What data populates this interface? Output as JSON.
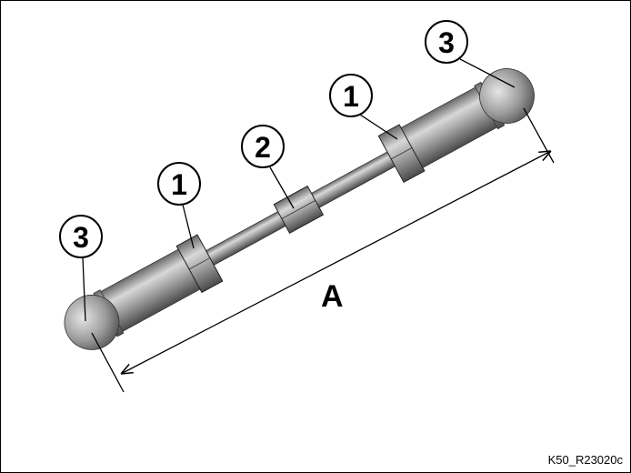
{
  "callouts": [
    {
      "label": "3",
      "part": "ball-socket-left"
    },
    {
      "label": "1",
      "part": "lock-nut-left"
    },
    {
      "label": "2",
      "part": "adjusting-hex"
    },
    {
      "label": "1",
      "part": "lock-nut-right"
    },
    {
      "label": "3",
      "part": "ball-socket-right"
    }
  ],
  "dimension_label": "A",
  "reference_code": "K50_R23020c",
  "colors": {
    "metal_dark": "#5a5a5a",
    "metal_light": "#d8d8d8",
    "line": "#000000"
  }
}
